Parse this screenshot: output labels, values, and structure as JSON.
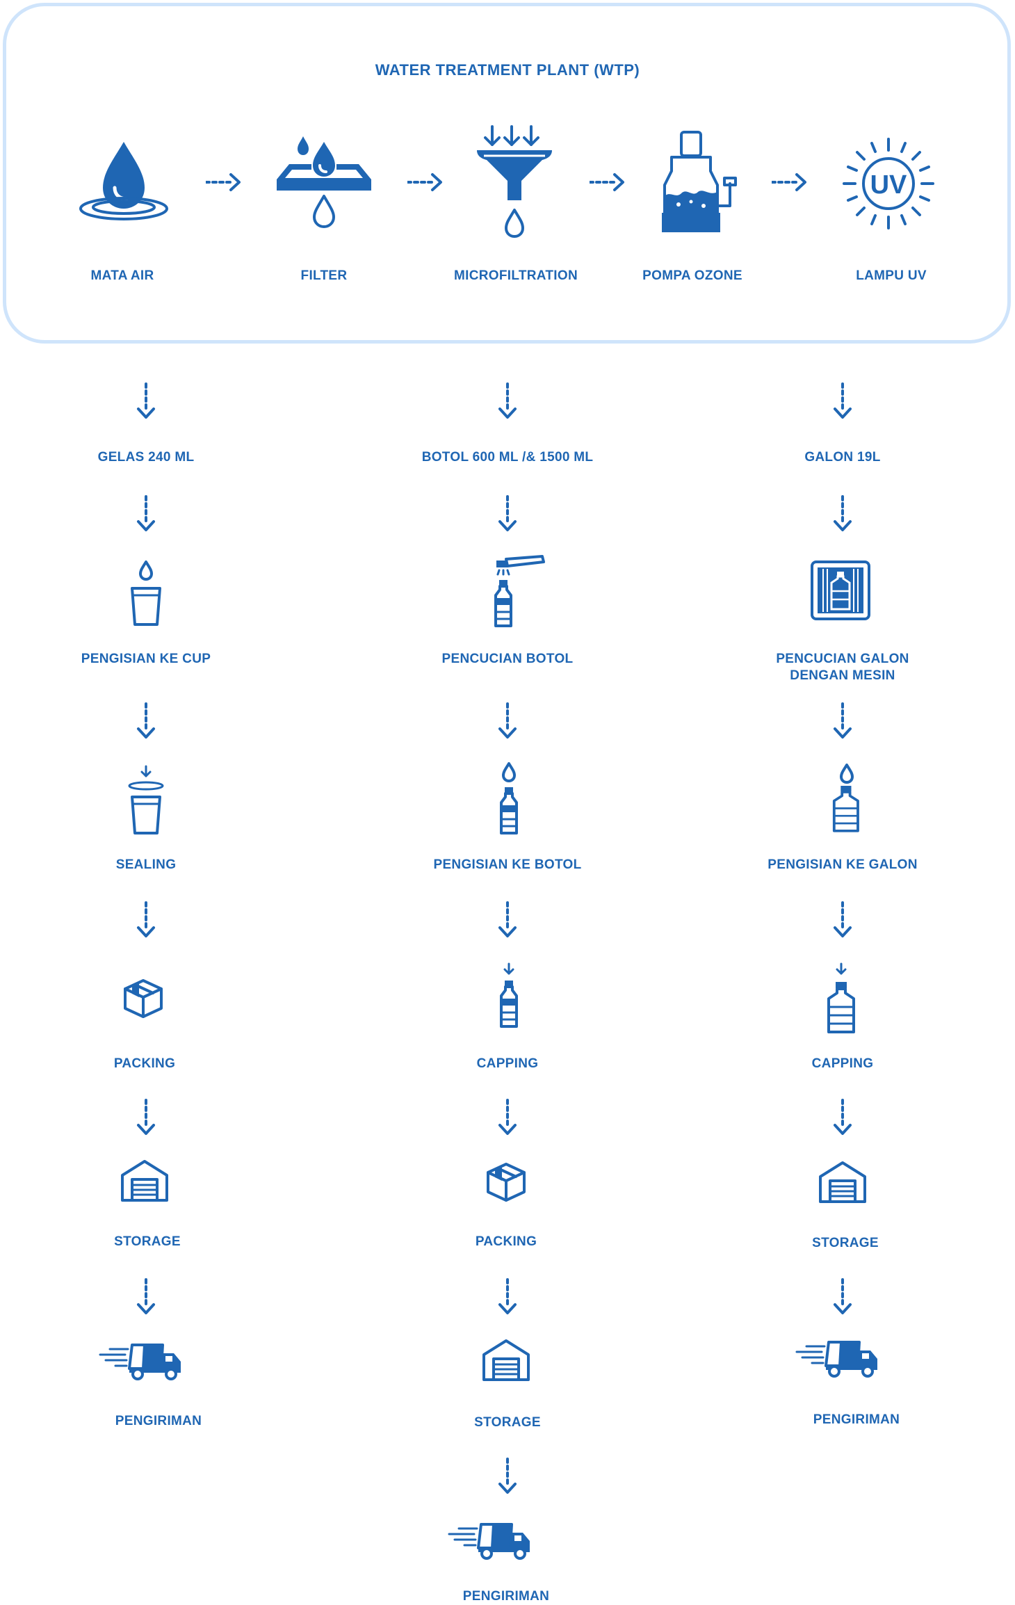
{
  "title": "WATER TREATMENT PLANT (WTP)",
  "wtp_steps": [
    {
      "label": "MATA AIR",
      "icon": "water-drop-icon"
    },
    {
      "label": "FILTER",
      "icon": "filter-icon"
    },
    {
      "label": "MICROFILTRATION",
      "icon": "funnel-icon"
    },
    {
      "label": "POMPA OZONE",
      "icon": "pump-icon"
    },
    {
      "label": "LAMPU UV",
      "icon": "uv-sun-icon",
      "icon_text": "UV"
    }
  ],
  "columns": [
    {
      "name": "GELAS 240 ML",
      "steps": [
        {
          "label": "PENGISIAN KE CUP",
          "icon": "cup-fill-icon"
        },
        {
          "label": "SEALING",
          "icon": "cup-seal-icon"
        },
        {
          "label": "PACKING",
          "icon": "box-icon"
        },
        {
          "label": "STORAGE",
          "icon": "warehouse-icon"
        },
        {
          "label": "PENGIRIMAN",
          "icon": "truck-icon"
        }
      ]
    },
    {
      "name": "BOTOL 600 ML /& 1500 ML",
      "steps": [
        {
          "label": "PENCUCIAN BOTOL",
          "icon": "bottle-wash-icon"
        },
        {
          "label": "PENGISIAN KE BOTOL",
          "icon": "bottle-fill-icon"
        },
        {
          "label": "CAPPING",
          "icon": "bottle-cap-icon"
        },
        {
          "label": "PACKING",
          "icon": "box-icon"
        },
        {
          "label": "STORAGE",
          "icon": "warehouse-icon"
        },
        {
          "label": "PENGIRIMAN",
          "icon": "truck-icon"
        }
      ]
    },
    {
      "name": "GALON 19L",
      "steps": [
        {
          "label": "PENCUCIAN GALON",
          "label2": "DENGAN MESIN",
          "icon": "gallon-wash-machine-icon"
        },
        {
          "label": "PENGISIAN KE GALON",
          "icon": "gallon-fill-icon"
        },
        {
          "label": "CAPPING",
          "icon": "gallon-cap-icon"
        },
        {
          "label": "STORAGE",
          "icon": "warehouse-icon"
        },
        {
          "label": "PENGIRIMAN",
          "icon": "truck-icon"
        }
      ]
    }
  ],
  "colors": {
    "primary": "#1f66b3",
    "border": "#cfe4fb"
  }
}
